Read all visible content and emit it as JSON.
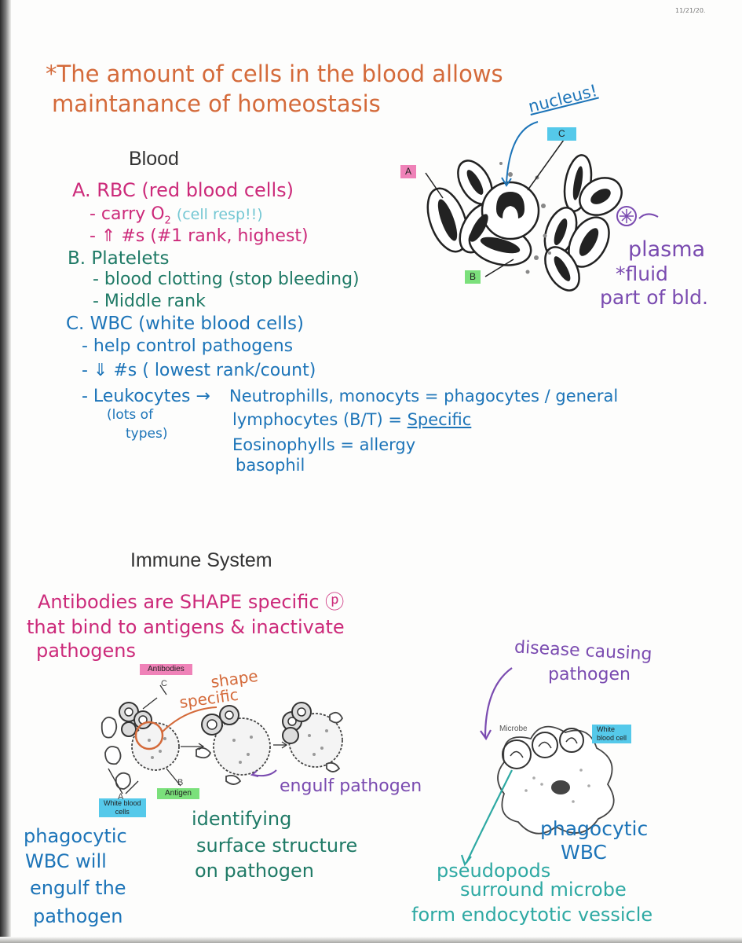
{
  "corner_mark": "11/21/20.",
  "intro": {
    "line1": "*The amount of cells in the blood allows",
    "line2": "maintanance of homeostasis"
  },
  "blood": {
    "heading": "Blood",
    "rbc": {
      "title": "A. RBC (red blood cells)",
      "point1": "- carry O",
      "point1_sub": "2",
      "point1_note": "(cell resp!!)",
      "point2": "- ⇑ #s (#1 rank, highest)"
    },
    "platelets": {
      "title": "B. Platelets",
      "point1": "- blood clotting (stop bleeding)",
      "point2": "- Middle rank"
    },
    "wbc": {
      "title": "C. WBC (white blood cells)",
      "point1": "- help control pathogens",
      "point2": "- ⇓ #s ( lowest rank/count)",
      "point3": "- Leukocytes →",
      "point3_note_1": "(lots of",
      "point3_note_2": "types)",
      "type1": "Neutrophills, monocyts = phagocytes / general",
      "type2_a": "lymphocytes (B/T) = ",
      "type2_b": "Specific",
      "type3": "Eosinophylls = allergy",
      "type4": "basophil"
    },
    "diagram": {
      "label_a": "A",
      "label_b": "B",
      "label_c": "C",
      "nucleus": "nucleus!",
      "plasma_1": "plasma",
      "plasma_2": "*fluid",
      "plasma_3": "part of bld."
    }
  },
  "immune": {
    "heading": "Immune System",
    "antibodies_1": "Antibodies are SHAPE specific ⓟ",
    "antibodies_2": "that bind to antigens & inactivate",
    "antibodies_3": "pathogens",
    "diagram_left": {
      "label_antibodies": "Antibodies",
      "label_antigen": "Antigen",
      "label_wbc_1": "White blood",
      "label_wbc_2": "cells",
      "tiny_a": "A",
      "tiny_b": "B",
      "tiny_c": "C",
      "shape_1": "shape",
      "shape_2": "specific",
      "engulf": "engulf pathogen",
      "phago_1": "phagocytic",
      "phago_2": "WBC will",
      "phago_3": "engulf the",
      "phago_4": "pathogen",
      "ident_1": "identifying",
      "ident_2": "surface structure",
      "ident_3": "on pathogen"
    },
    "diagram_right": {
      "disease_1": "disease causing",
      "disease_2": "pathogen",
      "microbe": "Microbe",
      "wbc_1": "White",
      "wbc_2": "blood cell",
      "phago_1": "phagocytic",
      "phago_2": "WBC",
      "pseudo_1": "pseudopods",
      "pseudo_2": "surround microbe",
      "pseudo_3": "form endocytotic vessicle"
    }
  }
}
